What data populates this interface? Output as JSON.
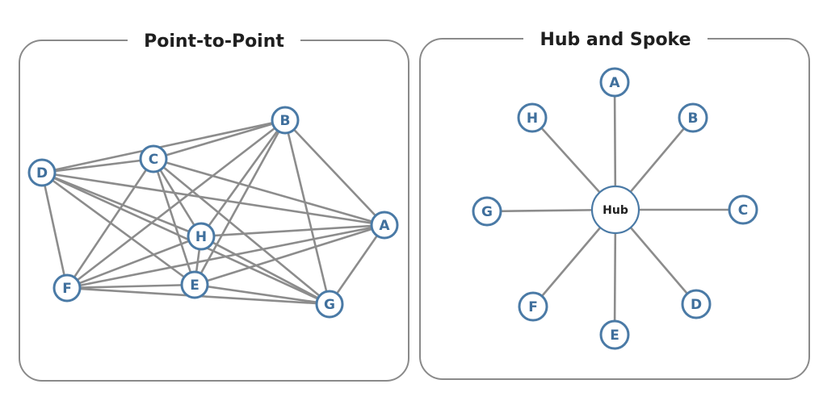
{
  "colors": {
    "node_stroke": "#4a7aa6",
    "node_text": "#3f6f9c",
    "edge": "#8c8c8c",
    "panel_border": "#8a8a8a"
  },
  "point_to_point": {
    "title": "Point-to-Point",
    "nodes": [
      "A",
      "B",
      "C",
      "D",
      "E",
      "F",
      "G",
      "H"
    ],
    "topology": "full-mesh"
  },
  "hub_and_spoke": {
    "title": "Hub and Spoke",
    "hub_label": "Hub",
    "spokes": [
      "A",
      "B",
      "C",
      "D",
      "E",
      "F",
      "G",
      "H"
    ],
    "topology": "star"
  }
}
